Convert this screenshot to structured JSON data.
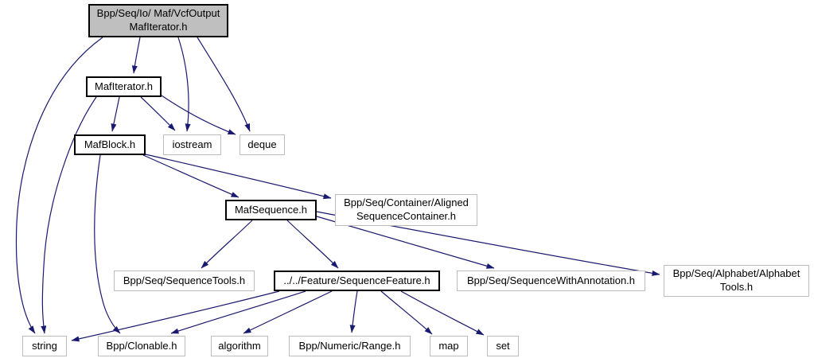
{
  "diagram": {
    "kind": "doxygen-include-dependency-graph",
    "colors": {
      "edge": "#191970",
      "node_fill": "#ffffff",
      "current_node_fill": "#bfbfbf",
      "linked_node_border": "#000000",
      "plain_node_border": "#bdbdbd"
    },
    "nodes": [
      {
        "id": "vcf-output-maf-iterator",
        "label": "Bpp/Seq/Io/ Maf/VcfOutput\nMafIterator.h",
        "kind": "current"
      },
      {
        "id": "maf-iterator",
        "label": "MafIterator.h",
        "kind": "linked"
      },
      {
        "id": "maf-block",
        "label": "MafBlock.h",
        "kind": "linked"
      },
      {
        "id": "iostream",
        "label": "iostream",
        "kind": "plain"
      },
      {
        "id": "deque",
        "label": "deque",
        "kind": "plain"
      },
      {
        "id": "maf-sequence",
        "label": "MafSequence.h",
        "kind": "linked"
      },
      {
        "id": "aligned-sequence-container",
        "label": "Bpp/Seq/Container/Aligned\nSequenceContainer.h",
        "kind": "plain"
      },
      {
        "id": "sequence-tools",
        "label": "Bpp/Seq/SequenceTools.h",
        "kind": "plain"
      },
      {
        "id": "sequence-feature",
        "label": "../../Feature/SequenceFeature.h",
        "kind": "linked"
      },
      {
        "id": "sequence-with-annotation",
        "label": "Bpp/Seq/SequenceWithAnnotation.h",
        "kind": "plain"
      },
      {
        "id": "alphabet-tools",
        "label": "Bpp/Seq/Alphabet/Alphabet\nTools.h",
        "kind": "plain"
      },
      {
        "id": "string",
        "label": "string",
        "kind": "plain"
      },
      {
        "id": "clonable",
        "label": "Bpp/Clonable.h",
        "kind": "plain"
      },
      {
        "id": "algorithm",
        "label": "algorithm",
        "kind": "plain"
      },
      {
        "id": "range",
        "label": "Bpp/Numeric/Range.h",
        "kind": "plain"
      },
      {
        "id": "map",
        "label": "map",
        "kind": "plain"
      },
      {
        "id": "set",
        "label": "set",
        "kind": "plain"
      }
    ],
    "edges": [
      {
        "from": "vcf-output-maf-iterator",
        "to": "maf-iterator"
      },
      {
        "from": "vcf-output-maf-iterator",
        "to": "iostream"
      },
      {
        "from": "vcf-output-maf-iterator",
        "to": "deque"
      },
      {
        "from": "vcf-output-maf-iterator",
        "to": "string"
      },
      {
        "from": "maf-iterator",
        "to": "maf-block"
      },
      {
        "from": "maf-iterator",
        "to": "iostream"
      },
      {
        "from": "maf-iterator",
        "to": "deque"
      },
      {
        "from": "maf-iterator",
        "to": "string"
      },
      {
        "from": "maf-block",
        "to": "maf-sequence"
      },
      {
        "from": "maf-block",
        "to": "aligned-sequence-container"
      },
      {
        "from": "maf-block",
        "to": "clonable"
      },
      {
        "from": "maf-sequence",
        "to": "sequence-tools"
      },
      {
        "from": "maf-sequence",
        "to": "sequence-feature"
      },
      {
        "from": "maf-sequence",
        "to": "sequence-with-annotation"
      },
      {
        "from": "maf-sequence",
        "to": "alphabet-tools"
      },
      {
        "from": "sequence-feature",
        "to": "string"
      },
      {
        "from": "sequence-feature",
        "to": "clonable"
      },
      {
        "from": "sequence-feature",
        "to": "algorithm"
      },
      {
        "from": "sequence-feature",
        "to": "range"
      },
      {
        "from": "sequence-feature",
        "to": "map"
      },
      {
        "from": "sequence-feature",
        "to": "set"
      }
    ]
  }
}
